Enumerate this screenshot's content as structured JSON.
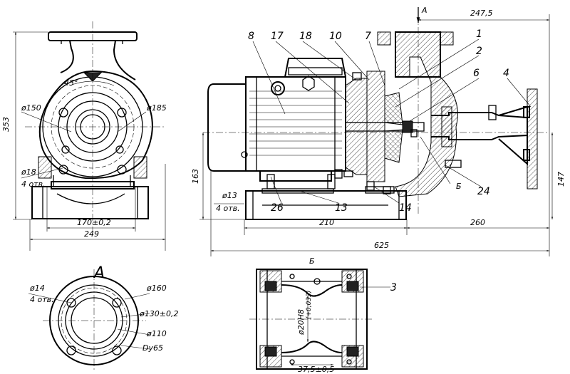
{
  "view_labels": {
    "section_a": "A",
    "section_b": "Б",
    "arrow_a": "A",
    "arrow_b": "Б"
  },
  "dims": {
    "d150": "ø150",
    "d185": "ø185",
    "d18": "ø18",
    "d18_count": "4 отв.",
    "angle45": "45°",
    "h353": "353",
    "w170": "170±0,2",
    "w249": "249",
    "h163": "163",
    "d13": "ø13",
    "d13_count": "4 отв.",
    "w210": "210",
    "w260": "260",
    "w625": "625",
    "w247": "247,5",
    "h147": "147",
    "d14": "ø14",
    "d14_count": "4 отв.",
    "d160": "ø160",
    "d130": "ø130±0,2",
    "d110": "ø110",
    "dy65": "Dy65",
    "d20": "ø20H8",
    "d20_tol": "(+0,033)",
    "w37": "37,5±0,5"
  },
  "positions": [
    "8",
    "17",
    "18",
    "10",
    "7",
    "1",
    "2",
    "6",
    "4",
    "24",
    "26",
    "13",
    "14",
    "3"
  ]
}
